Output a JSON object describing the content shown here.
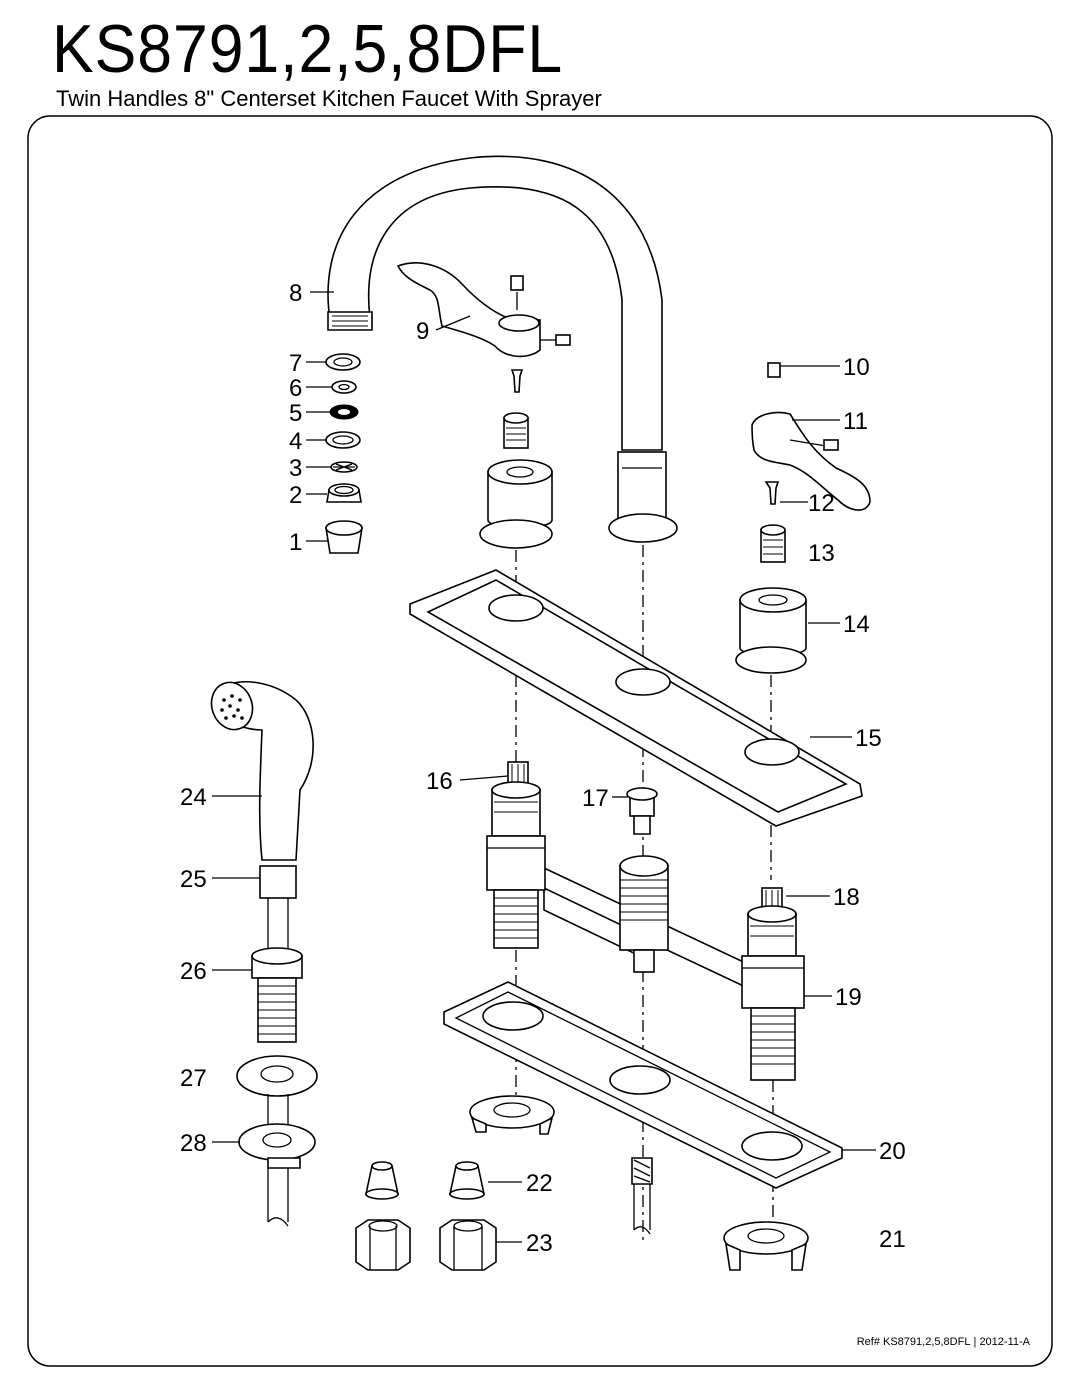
{
  "header": {
    "model": "KS8791,2,5,8DFL",
    "subtitle": "Twin Handles 8\" Centerset Kitchen Faucet With Sprayer"
  },
  "callouts": {
    "c1": "1",
    "c2": "2",
    "c3": "3",
    "c4": "4",
    "c5": "5",
    "c6": "6",
    "c7": "7",
    "c8": "8",
    "c9": "9",
    "c10": "10",
    "c11": "11",
    "c12": "12",
    "c13": "13",
    "c14": "14",
    "c15": "15",
    "c16": "16",
    "c17": "17",
    "c18": "18",
    "c19": "19",
    "c20": "20",
    "c21": "21",
    "c22": "22",
    "c23": "23",
    "c24": "24",
    "c25": "25",
    "c26": "26",
    "c27": "27",
    "c28": "28"
  },
  "footer": {
    "ref": "Ref# KS8791,2,5,8DFL",
    "separator": "|",
    "date_code": "2012-11-A"
  }
}
